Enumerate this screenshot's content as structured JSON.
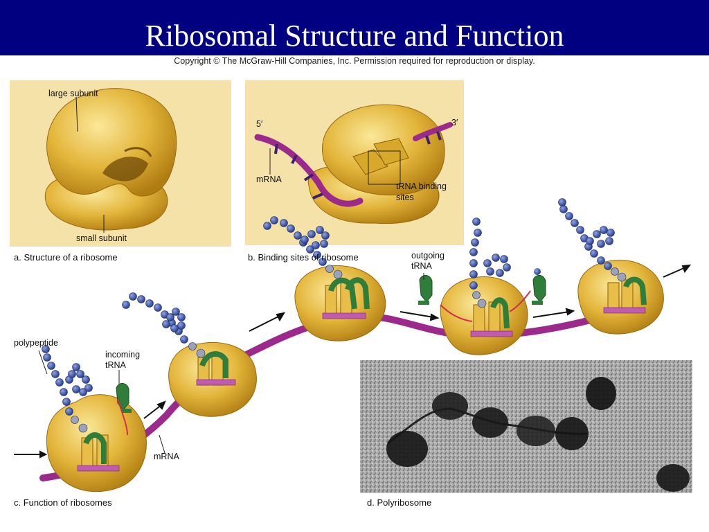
{
  "title": "Ribosomal Structure and Function",
  "copyright": "Copyright © The McGraw-Hill Companies, Inc. Permission required for reproduction or display.",
  "panel_a": {
    "caption": "a. Structure of a ribosome",
    "label_large": "large subunit",
    "label_small": "small subunit"
  },
  "panel_b": {
    "caption": "b. Binding sites of ribosome",
    "label_5prime": "5′",
    "label_3prime": "3′",
    "label_mrna": "mRNA",
    "label_trna_sites_1": "tRNA binding",
    "label_trna_sites_2": "sites"
  },
  "panel_c": {
    "caption": "c. Function of ribosomes",
    "label_polypeptide": "polypeptide",
    "label_incoming_1": "incoming",
    "label_incoming_2": "tRNA",
    "label_outgoing_1": "outgoing",
    "label_outgoing_2": "tRNA",
    "label_mrna": "mRNA"
  },
  "panel_d": {
    "caption": "d. Polyribosome"
  },
  "colors": {
    "title_bar": "#000080",
    "panel_bg": "#f5e2a8",
    "ribosome": "#e0b432",
    "mrna": "#9b2a8c",
    "trna": "#2f7d3a",
    "bead": "#3a55a6"
  }
}
